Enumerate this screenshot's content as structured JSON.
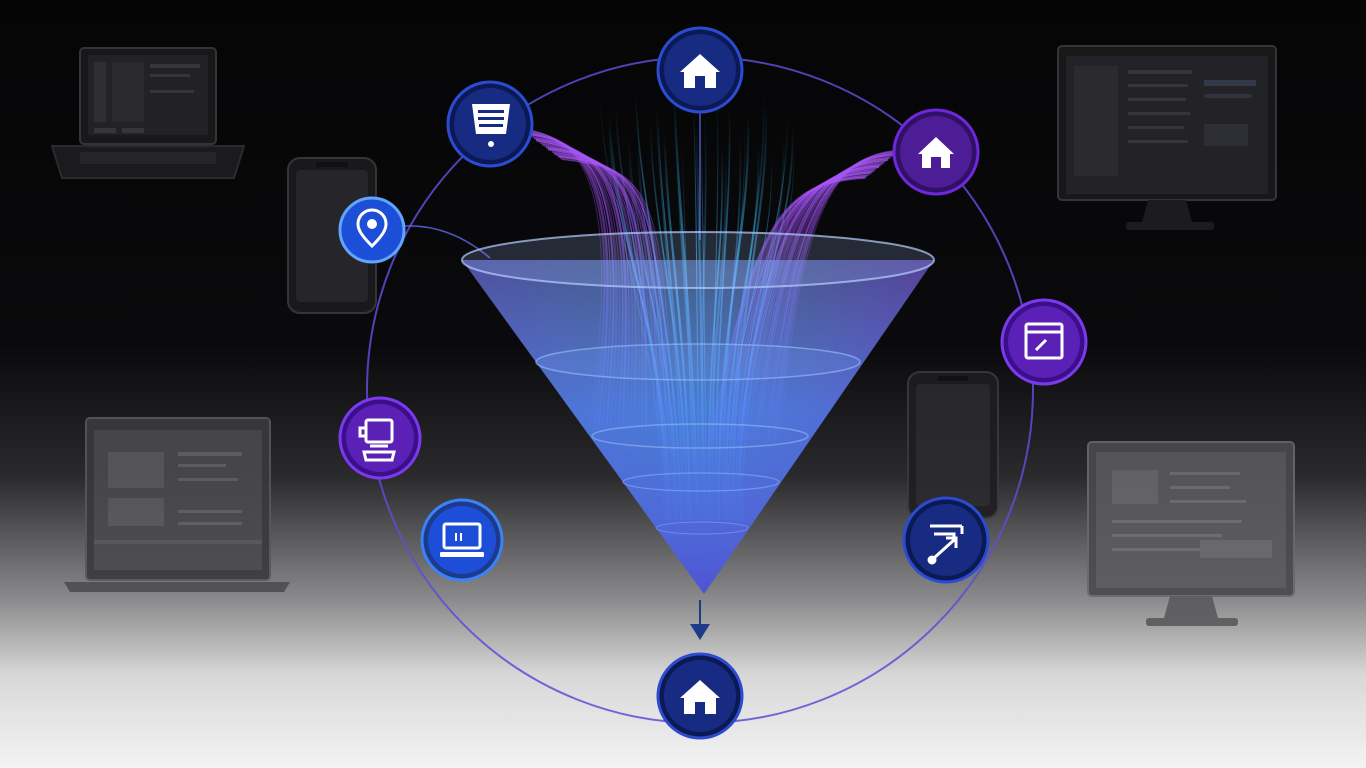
{
  "diagram": {
    "type": "funnel-ecosystem",
    "nodes": [
      {
        "id": "top",
        "icon": "house-icon",
        "color": "#1e3a8a"
      },
      {
        "id": "upper-left",
        "icon": "shopping-cart-icon",
        "color": "#1e3a8a"
      },
      {
        "id": "upper-right",
        "icon": "house-icon",
        "color": "#4c1d95"
      },
      {
        "id": "left",
        "icon": "location-pin-icon",
        "color": "#2563eb"
      },
      {
        "id": "right",
        "icon": "browser-window-icon",
        "color": "#5b21b6"
      },
      {
        "id": "lower-left",
        "icon": "blender-icon",
        "color": "#5b21b6"
      },
      {
        "id": "bottom-left",
        "icon": "laptop-icon",
        "color": "#1d4ed8"
      },
      {
        "id": "bottom-right",
        "icon": "share-arrow-icon",
        "color": "#1e3a8a"
      },
      {
        "id": "bottom",
        "icon": "house-icon",
        "color": "#1e3a8a"
      }
    ],
    "background_devices": [
      "laptop",
      "phone",
      "laptop",
      "monitor",
      "phone",
      "monitor"
    ]
  },
  "colors": {
    "ring": "#5b4fd6",
    "funnel_top": "#7aa6ff",
    "funnel_bottom": "#3b3bd9",
    "stream_blue": "#38bdf8",
    "stream_purple": "#a855f7"
  }
}
